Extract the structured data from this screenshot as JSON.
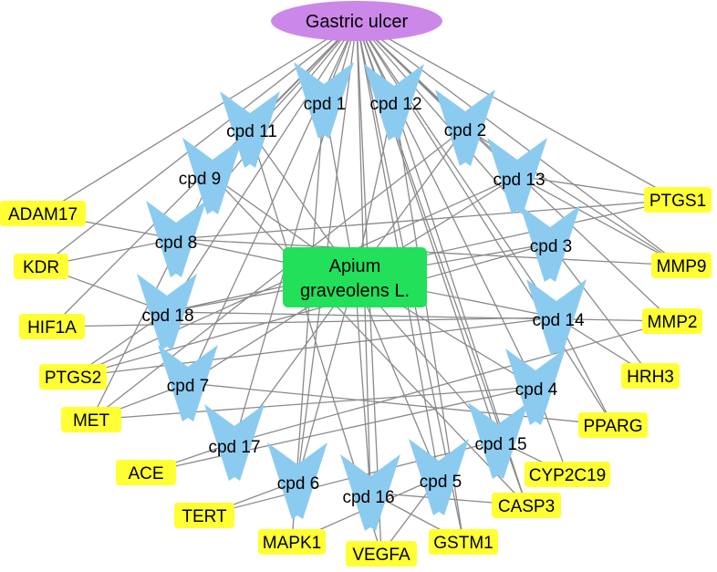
{
  "disease": {
    "label": "Gastric ulcer",
    "color": "#cc88e8"
  },
  "plant": {
    "line1": "Apium",
    "line2": "graveolens L.",
    "color": "#22e05a"
  },
  "compound_color": "#8ccbf0",
  "target_color": "#ffff33",
  "edge_color": "#8a8a8a",
  "compounds": [
    {
      "id": "c1",
      "label": "cpd 1"
    },
    {
      "id": "c12",
      "label": "cpd 12"
    },
    {
      "id": "c11",
      "label": "cpd 11"
    },
    {
      "id": "c2",
      "label": "cpd 2"
    },
    {
      "id": "c9",
      "label": "cpd 9"
    },
    {
      "id": "c13",
      "label": "cpd 13"
    },
    {
      "id": "c8",
      "label": "cpd 8"
    },
    {
      "id": "c3",
      "label": "cpd 3"
    },
    {
      "id": "c18",
      "label": "cpd 18"
    },
    {
      "id": "c14",
      "label": "cpd 14"
    },
    {
      "id": "c7",
      "label": "cpd 7"
    },
    {
      "id": "c4",
      "label": "cpd 4"
    },
    {
      "id": "c17",
      "label": "cpd 17"
    },
    {
      "id": "c15",
      "label": "cpd 15"
    },
    {
      "id": "c6",
      "label": "cpd 6"
    },
    {
      "id": "c16",
      "label": "cpd 16"
    },
    {
      "id": "c5",
      "label": "cpd 5"
    }
  ],
  "targets": [
    {
      "id": "ADAM17",
      "label": "ADAM17"
    },
    {
      "id": "KDR",
      "label": "KDR"
    },
    {
      "id": "HIF1A",
      "label": "HIF1A"
    },
    {
      "id": "PTGS2",
      "label": "PTGS2"
    },
    {
      "id": "MET",
      "label": "MET"
    },
    {
      "id": "ACE",
      "label": "ACE"
    },
    {
      "id": "TERT",
      "label": "TERT"
    },
    {
      "id": "MAPK1",
      "label": "MAPK1"
    },
    {
      "id": "VEGFA",
      "label": "VEGFA"
    },
    {
      "id": "GSTM1",
      "label": "GSTM1"
    },
    {
      "id": "CASP3",
      "label": "CASP3"
    },
    {
      "id": "CYP2C19",
      "label": "CYP2C19"
    },
    {
      "id": "PPARG",
      "label": "PPARG"
    },
    {
      "id": "HRH3",
      "label": "HRH3"
    },
    {
      "id": "MMP2",
      "label": "MMP2"
    },
    {
      "id": "MMP9",
      "label": "MMP9"
    },
    {
      "id": "PTGS1",
      "label": "PTGS1"
    }
  ],
  "edges": [
    [
      "GU",
      "c1"
    ],
    [
      "GU",
      "c12"
    ],
    [
      "GU",
      "c11"
    ],
    [
      "GU",
      "c2"
    ],
    [
      "GU",
      "c9"
    ],
    [
      "GU",
      "c13"
    ],
    [
      "GU",
      "c8"
    ],
    [
      "GU",
      "c3"
    ],
    [
      "GU",
      "c18"
    ],
    [
      "GU",
      "c14"
    ],
    [
      "GU",
      "c7"
    ],
    [
      "GU",
      "c4"
    ],
    [
      "GU",
      "c17"
    ],
    [
      "GU",
      "c15"
    ],
    [
      "GU",
      "c6"
    ],
    [
      "GU",
      "c16"
    ],
    [
      "GU",
      "c5"
    ],
    [
      "GU",
      "ADAM17"
    ],
    [
      "GU",
      "KDR"
    ],
    [
      "GU",
      "PTGS1"
    ],
    [
      "GU",
      "MMP9"
    ],
    [
      "GU",
      "MMP2"
    ],
    [
      "GU",
      "HIF1A"
    ],
    [
      "GU",
      "CASP3"
    ],
    [
      "GU",
      "VEGFA"
    ],
    [
      "GU",
      "GSTM1"
    ],
    [
      "GU",
      "PPARG"
    ],
    [
      "AP",
      "c1"
    ],
    [
      "AP",
      "c12"
    ],
    [
      "AP",
      "c11"
    ],
    [
      "AP",
      "c2"
    ],
    [
      "AP",
      "c9"
    ],
    [
      "AP",
      "c13"
    ],
    [
      "AP",
      "c8"
    ],
    [
      "AP",
      "c3"
    ],
    [
      "AP",
      "c18"
    ],
    [
      "AP",
      "c14"
    ],
    [
      "AP",
      "c7"
    ],
    [
      "AP",
      "c4"
    ],
    [
      "AP",
      "c17"
    ],
    [
      "AP",
      "c15"
    ],
    [
      "AP",
      "c6"
    ],
    [
      "AP",
      "c16"
    ],
    [
      "AP",
      "c5"
    ],
    [
      "c11",
      "VEGFA"
    ],
    [
      "c1",
      "MAPK1"
    ],
    [
      "c12",
      "CASP3"
    ],
    [
      "c12",
      "GSTM1"
    ],
    [
      "c2",
      "MET"
    ],
    [
      "c13",
      "PTGS2"
    ],
    [
      "c9",
      "CASP3"
    ],
    [
      "c8",
      "ADAM17"
    ],
    [
      "c8",
      "PTGS1"
    ],
    [
      "c8",
      "MMP9"
    ],
    [
      "c18",
      "KDR"
    ],
    [
      "c18",
      "PTGS1"
    ],
    [
      "c18",
      "MMP2"
    ],
    [
      "c14",
      "HIF1A"
    ],
    [
      "c14",
      "PTGS2"
    ],
    [
      "c3",
      "HRH3"
    ],
    [
      "c14",
      "PPARG"
    ],
    [
      "c7",
      "PPARG"
    ],
    [
      "c4",
      "MET"
    ],
    [
      "c4",
      "ACE"
    ],
    [
      "c17",
      "MMP2"
    ],
    [
      "c15",
      "TERT"
    ],
    [
      "c16",
      "CASP3"
    ],
    [
      "c5",
      "MAPK1"
    ],
    [
      "c6",
      "TERT"
    ],
    [
      "c5",
      "VEGFA"
    ],
    [
      "c4",
      "CYP2C19"
    ],
    [
      "c13",
      "MMP9"
    ],
    [
      "c3",
      "PTGS2"
    ],
    [
      "c16",
      "GSTM1"
    ],
    [
      "c7",
      "MET"
    ],
    [
      "c8",
      "KDR"
    ],
    [
      "c18",
      "PTGS2"
    ],
    [
      "c9",
      "MET"
    ],
    [
      "c17",
      "ACE"
    ],
    [
      "c15",
      "CYP2C19"
    ],
    [
      "c14",
      "HRH3"
    ],
    [
      "c13",
      "PTGS1"
    ],
    [
      "c2",
      "MMP9"
    ]
  ]
}
